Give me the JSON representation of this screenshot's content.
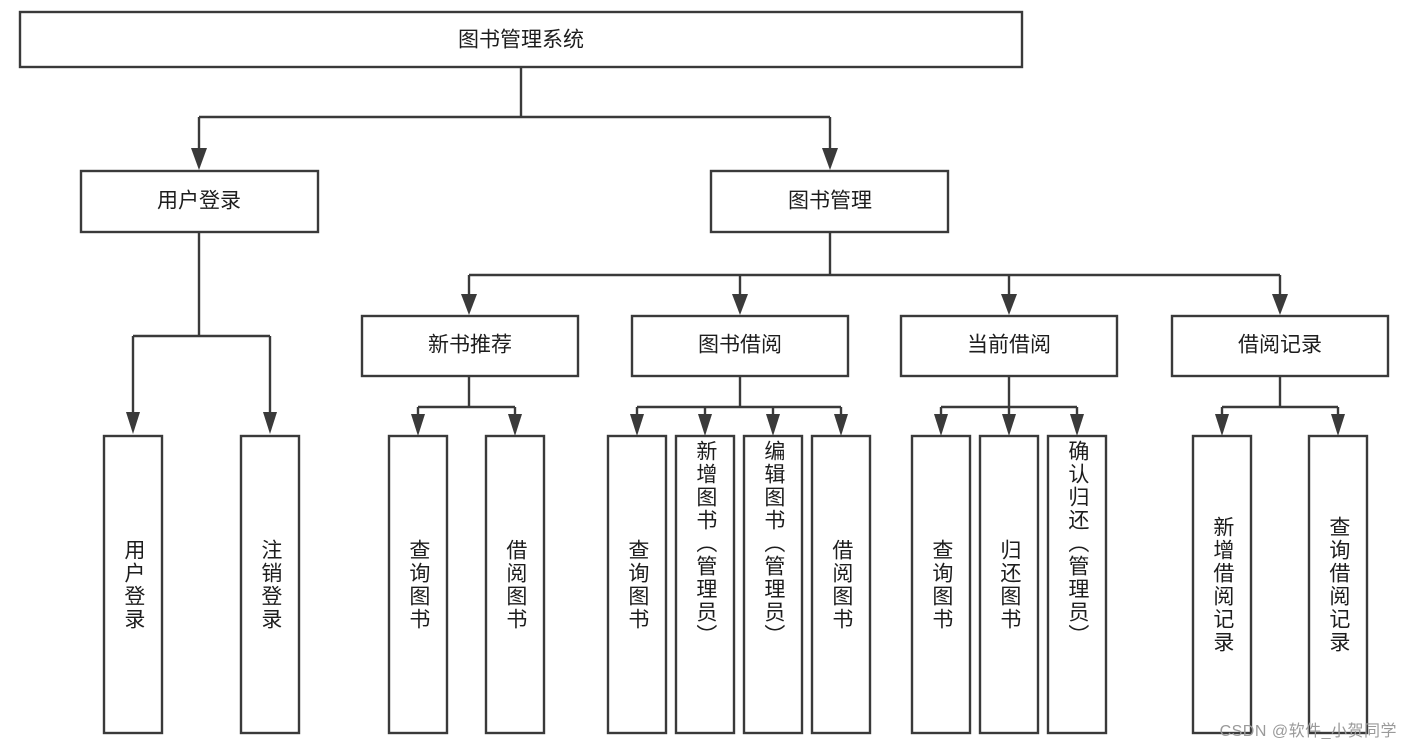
{
  "diagram": {
    "type": "tree",
    "title": "图书管理系统",
    "root": {
      "label": "图书管理系统",
      "orientation": "horizontal"
    },
    "level1": [
      {
        "label": "用户登录"
      },
      {
        "label": "图书管理"
      }
    ],
    "level2": [
      {
        "label": "新书推荐"
      },
      {
        "label": "图书借阅"
      },
      {
        "label": "当前借阅"
      },
      {
        "label": "借阅记录"
      }
    ],
    "leaves": {
      "user_login": [
        {
          "label": "用户登录"
        },
        {
          "label": "注销登录"
        }
      ],
      "new_book_recommend": [
        {
          "label": "查询图书"
        },
        {
          "label": "借阅图书"
        }
      ],
      "book_borrow": [
        {
          "label": "查询图书"
        },
        {
          "label": "新增图书（管理员）"
        },
        {
          "label": "编辑图书（管理员）"
        },
        {
          "label": "借阅图书"
        }
      ],
      "current_borrow": [
        {
          "label": "查询图书"
        },
        {
          "label": "归还图书"
        },
        {
          "label": "确认归还（管理员）"
        }
      ],
      "borrow_record": [
        {
          "label": "新增借阅记录"
        },
        {
          "label": "查询借阅记录"
        }
      ]
    }
  },
  "watermark": {
    "text": "CSDN @软件_小贺同学"
  },
  "colors": {
    "stroke": "#3a3a3a",
    "box_fill": "#ffffff",
    "text": "#1d1d1d",
    "watermark": "#9a9a9a",
    "background": "#ffffff"
  }
}
